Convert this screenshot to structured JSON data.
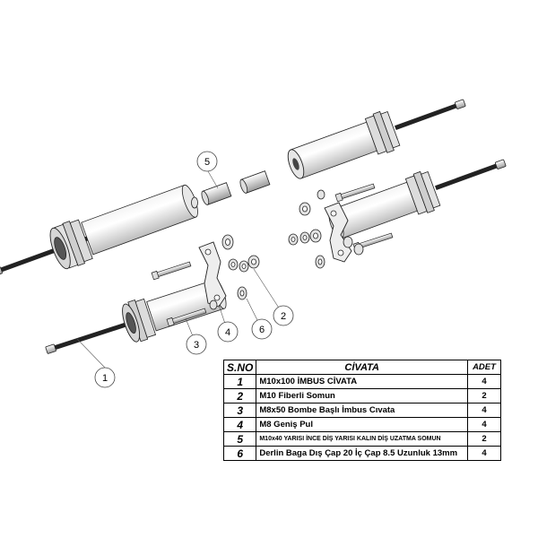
{
  "callouts": [
    "1",
    "2",
    "3",
    "4",
    "5",
    "6"
  ],
  "table": {
    "headers": {
      "no": "S.NO",
      "desc": "CİVATA",
      "qty": "ADET"
    },
    "rows": [
      {
        "no": "1",
        "desc": "M10x100 İMBUS CİVATA",
        "qty": "4"
      },
      {
        "no": "2",
        "desc": "M10 Fiberli Somun",
        "qty": "2"
      },
      {
        "no": "3",
        "desc": "M8x50 Bombe Başlı İmbus Cıvata",
        "qty": "4"
      },
      {
        "no": "4",
        "desc": "M8 Geniş Pul",
        "qty": "4"
      },
      {
        "no": "5",
        "desc": "M10x40 YARISI İNCE DİŞ YARISI KALIN DİŞ UZATMA SOMUN",
        "qty": "2"
      },
      {
        "no": "6",
        "desc": "Derlin Baga Dış Çap 20 İç Çap 8.5 Uzunluk 13mm",
        "qty": "4"
      }
    ]
  }
}
